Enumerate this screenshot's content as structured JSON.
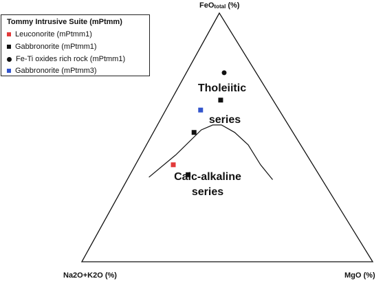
{
  "chart_data": {
    "type": "ternary-scatter",
    "apices": {
      "top": {
        "label_main": "FeO",
        "label_sub": "total",
        "label_suffix": " (%)"
      },
      "left": {
        "label": "Na2O+K2O (%)"
      },
      "right": {
        "label": "MgO (%)"
      }
    },
    "fields": [
      {
        "lines": [
          "Tholeiitic",
          "series"
        ]
      },
      {
        "lines": [
          "Calc-alkaline",
          "series"
        ]
      }
    ],
    "legend": {
      "title": "Tommy Intrusive Suite (mPtmm)",
      "placement": "top-left"
    },
    "series": [
      {
        "name": "Leuconorite (mPtmm1)",
        "marker": "square",
        "color": "#e23a3a",
        "points": [
          {
            "feo": 39,
            "alk": 48,
            "mgo": 13
          }
        ]
      },
      {
        "name": "Gabbronorite (mPtmm1)",
        "marker": "square",
        "color": "#111111",
        "points": [
          {
            "feo": 65,
            "alk": 18,
            "mgo": 17
          },
          {
            "feo": 52,
            "alk": 34,
            "mgo": 14
          },
          {
            "feo": 35,
            "alk": 45,
            "mgo": 20
          }
        ]
      },
      {
        "name": "Fe-Ti oxides rich rock (mPtmm1)",
        "marker": "circle",
        "color": "#111111",
        "points": [
          {
            "feo": 76,
            "alk": 11,
            "mgo": 13
          }
        ]
      },
      {
        "name": "Gabbronorite (mPtmm3)",
        "marker": "square",
        "color": "#3355cc",
        "points": [
          {
            "feo": 61,
            "alk": 27,
            "mgo": 12
          }
        ]
      }
    ],
    "boundary_line": [
      {
        "feo": 34,
        "alk": 59,
        "mgo": 7
      },
      {
        "feo": 43,
        "alk": 45,
        "mgo": 12
      },
      {
        "feo": 53,
        "alk": 31,
        "mgo": 16
      },
      {
        "feo": 55,
        "alk": 26,
        "mgo": 19
      },
      {
        "feo": 55,
        "alk": 23,
        "mgo": 22
      },
      {
        "feo": 52,
        "alk": 20,
        "mgo": 28
      },
      {
        "feo": 47,
        "alk": 18,
        "mgo": 35
      },
      {
        "feo": 39,
        "alk": 18,
        "mgo": 43
      },
      {
        "feo": 33,
        "alk": 17,
        "mgo": 50
      }
    ]
  }
}
